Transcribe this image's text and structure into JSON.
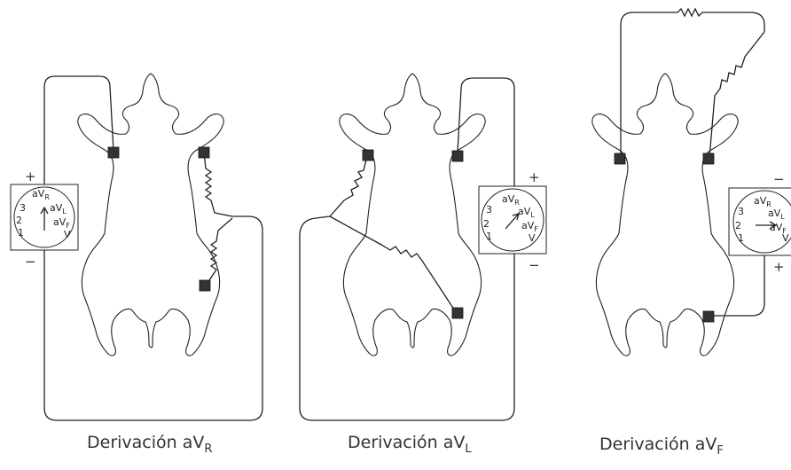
{
  "panels": [
    {
      "caption_main": "Derivación aV",
      "caption_sub": "R",
      "meter": {
        "labels": [
          "aV",
          "aV",
          "aV",
          "3",
          "2",
          "1",
          "V"
        ],
        "subs": [
          "R",
          "L",
          "F"
        ]
      },
      "plus": "+",
      "minus": "−"
    },
    {
      "caption_main": "Derivación aV",
      "caption_sub": "L",
      "meter": {
        "labels": [
          "aV",
          "aV",
          "aV",
          "3",
          "2",
          "1",
          "V"
        ],
        "subs": [
          "R",
          "L",
          "F"
        ]
      },
      "plus": "+",
      "minus": "−"
    },
    {
      "caption_main": "Derivación aV",
      "caption_sub": "F",
      "meter": {
        "labels": [
          "aV",
          "aV",
          "aV",
          "3",
          "2",
          "1",
          "V"
        ],
        "subs": [
          "R",
          "L",
          "F"
        ]
      },
      "plus": "+",
      "minus": "−"
    }
  ]
}
